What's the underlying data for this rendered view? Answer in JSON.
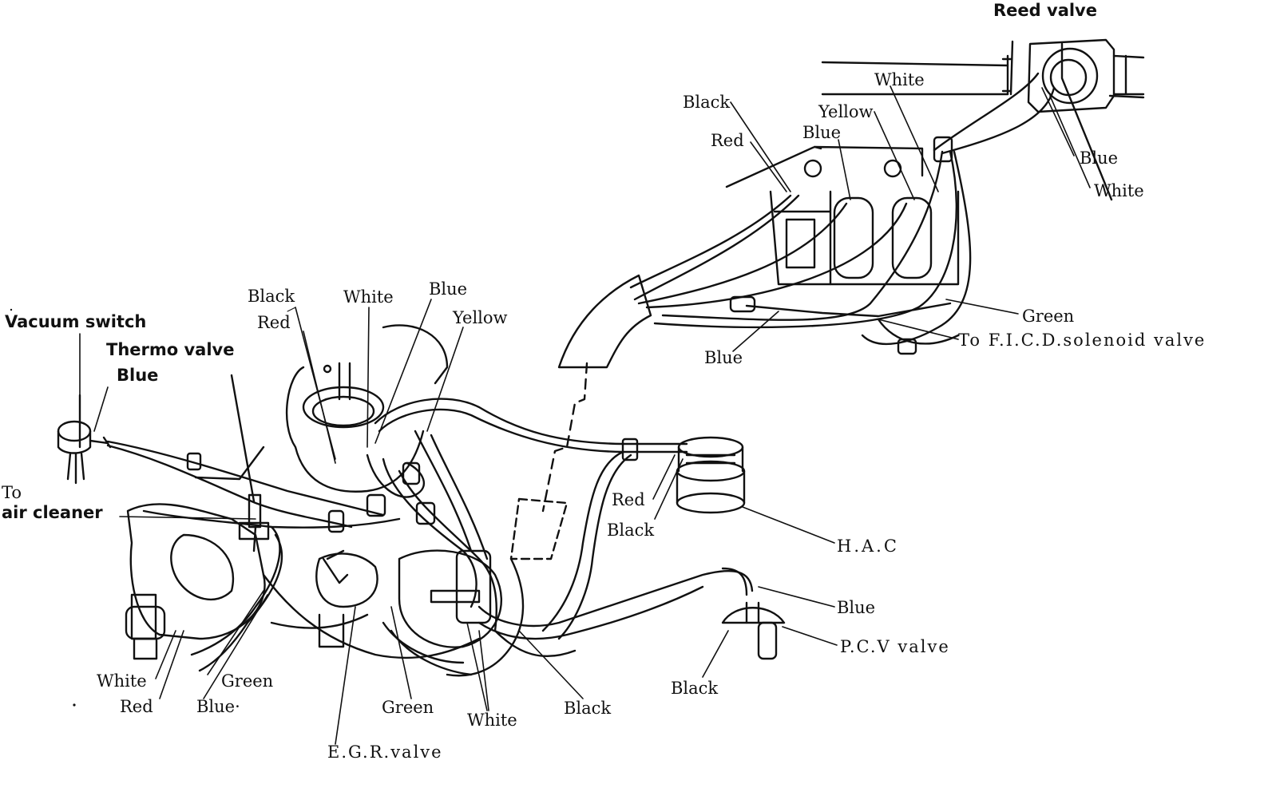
{
  "labels": {
    "reed_valve": "Reed valve",
    "white_reed_top": "White",
    "black_top": "Black",
    "yellow_top": "Yellow",
    "red_top": "Red",
    "blue_top": "Blue",
    "blue_reed": "Blue",
    "white_reed": "White",
    "green_ficd": "Green",
    "to_ficd": "To F.I.C.D.solenoid valve",
    "blue_ficd": "Blue",
    "black_carb": "Black",
    "white_carb": "White",
    "blue_carb": "Blue",
    "red_carb": "Red",
    "yellow_carb": "Yellow",
    "vacuum_switch": "Vacuum switch",
    "thermo_valve": "Thermo valve",
    "blue_vs": "Blue",
    "to_air_cleaner_1": "To",
    "to_air_cleaner_2": "air cleaner",
    "red_hac": "Red",
    "black_hac": "Black",
    "hac": "H.A.C",
    "blue_pcv": "Blue",
    "pcv_valve": "P.C.V valve",
    "black_pcv": "Black",
    "black_bottom": "Black",
    "white_bottom": "White",
    "green_bottom": "Green",
    "egr_valve": "E.G.R.valve",
    "white_left": "White",
    "red_left": "Red",
    "green_left": "Green",
    "blue_left": "Blue·"
  },
  "colors": {
    "ink": "#111111",
    "paper": "#ffffff"
  }
}
